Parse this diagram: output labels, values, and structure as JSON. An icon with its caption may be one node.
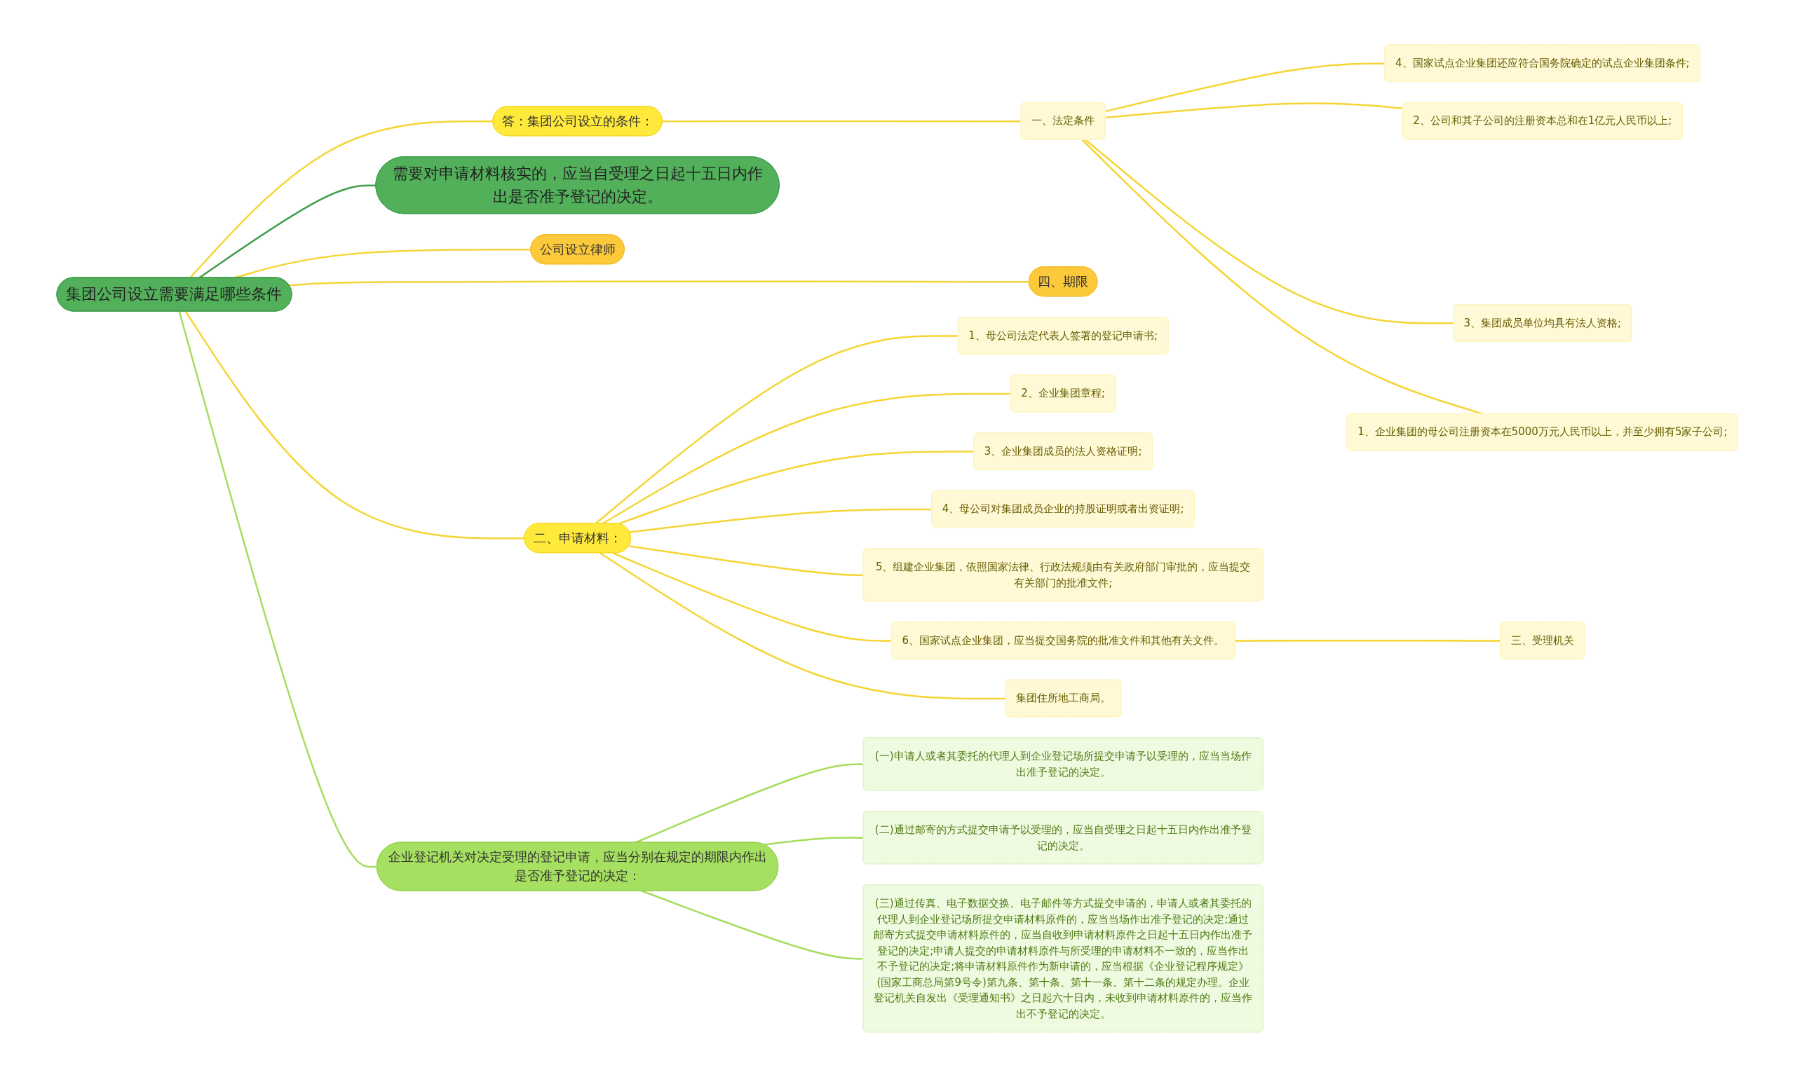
{
  "diagram": {
    "nodes": [
      {
        "text": [
          "集团公司设立需要满足哪些条件"
        ]
      },
      {
        "text": [
          "公司设立律师"
        ]
      },
      {
        "text": [
          "二、申请材料："
        ]
      },
      {
        "text": [
          "1、母公司法定代表人签署的登记申请书;"
        ]
      },
      {
        "text": [
          "2、企业集团章程;"
        ]
      },
      {
        "text": [
          "3、企业集团成员的法人资格证明;"
        ]
      },
      {
        "text": [
          "4、母公司对集团成员企业的持股证明或者出资证明;"
        ]
      },
      {
        "text": [
          "5、组建企业集团，依照国家法律、行政法规须由有关政府部门审批的，应当提交有关部门的批准文件;"
        ]
      },
      {
        "text": [
          "6、国家试点企业集团，应当提交国务院的批准文件和其他有关文件。"
        ]
      },
      {
        "text": [
          "集团住所地工商局。"
        ]
      },
      {
        "text": [
          "三、受理机关"
        ]
      },
      {
        "text": [
          "企业登记机关对决定受理的登记申请，应当分别在规定的期限内作出是否准予登记的决定："
        ]
      },
      {
        "text": [
          "(一)申请人或者其委托的代理人到企业登记场所提交申请予以受理的，应当当场作出准予登记的决定。"
        ]
      },
      {
        "text": [
          "(二)通过邮寄的方式提交申请予以受理的，应当自受理之日起十五日内作出准予登记的决定。"
        ]
      },
      {
        "text": [
          "(三)通过传真、电子数据交换、电子邮件等方式提交申请的，申请人或者其委托的代理人到企业登记场所提交申请材料原件的，应当当场作出准予登记的决定;通过邮寄方式提交申请材料原件的，应当自收到申请材料原件之日起十五日内作出准予登记的决定;申请人提交的申请材料原件与所受理的申请材料不一致的，应当作出不予登记的决定;将申请材料原件作为新申请的，应当根据《企业登记程序规定》(国家工商总局第9号令)第九条、第十条、第十一条、第十二条的规定办理。企业登记机关自发出《受理通知书》之日起六十日内，未收到申请材料原件的，应当作出不予登记的决定。"
        ]
      },
      {
        "text": [
          "答：集团公司设立的条件："
        ]
      },
      {
        "text": [
          "一、法定条件"
        ]
      },
      {
        "text": [
          "1、企业集团的母公司注册资本在5000万元人民币以上，并至少拥有5家子公司;"
        ]
      },
      {
        "text": [
          "2、公司和其子公司的注册资本总和在1亿元人民币以上;"
        ]
      },
      {
        "text": [
          "3、集团成员单位均具有法人资格;"
        ]
      },
      {
        "text": [
          "4、国家试点企业集团还应符合国务院确定的试点企业集团条件;"
        ]
      },
      {
        "text": [
          "四、期限"
        ]
      },
      {
        "text": [
          "需要对申请材料核实的，应当自受理之日起十五日内作出是否准予登记的决定。"
        ]
      }
    ],
    "edges": [
      {
        "from": 0,
        "to": 1,
        "arrow": "none"
      },
      {
        "from": 0,
        "to": 2,
        "arrow": "none"
      },
      {
        "from": 2,
        "to": 3,
        "arrow": "none"
      },
      {
        "from": 2,
        "to": 4,
        "arrow": "none"
      },
      {
        "from": 2,
        "to": 5,
        "arrow": "none"
      },
      {
        "from": 2,
        "to": 6,
        "arrow": "none"
      },
      {
        "from": 2,
        "to": 7,
        "arrow": "none"
      },
      {
        "from": 2,
        "to": 8,
        "arrow": "none"
      },
      {
        "from": 2,
        "to": 9,
        "arrow": "none"
      },
      {
        "from": 8,
        "to": 10,
        "arrow": "none"
      },
      {
        "from": 0,
        "to": 11,
        "arrow": "none",
        "color": "#a6dc5c"
      },
      {
        "from": 11,
        "to": 12,
        "arrow": "none",
        "color": "#a6dc5c"
      },
      {
        "from": 11,
        "to": 13,
        "arrow": "none",
        "color": "#a6dc5c"
      },
      {
        "from": 11,
        "to": 14,
        "arrow": "none",
        "color": "#a6dc5c"
      },
      {
        "from": 0,
        "to": 15,
        "arrow": "none"
      },
      {
        "from": 15,
        "to": 16,
        "arrow": "none"
      },
      {
        "from": 16,
        "to": 17,
        "arrow": "none"
      },
      {
        "from": 16,
        "to": 18,
        "arrow": "none"
      },
      {
        "from": 16,
        "to": 19,
        "arrow": "none"
      },
      {
        "from": 16,
        "to": 20,
        "arrow": "none"
      },
      {
        "from": 0,
        "to": 21,
        "arrow": "none"
      },
      {
        "from": 0,
        "to": 22,
        "arrow": "none",
        "color": "#3f9e4a"
      }
    ]
  }
}
